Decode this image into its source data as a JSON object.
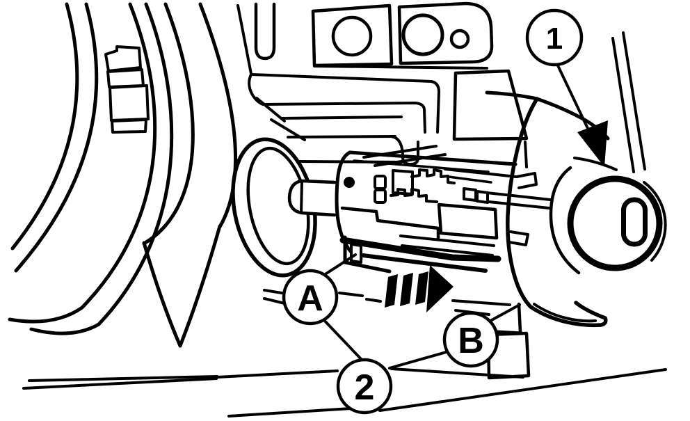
{
  "figure": {
    "kind": "service-manual-line-drawing",
    "subject": "Ignition lock cylinder removal from steering column housing",
    "background_color": "#ffffff",
    "line_color": "#000000"
  },
  "callouts": {
    "c1": {
      "label": "1"
    },
    "c2": {
      "label": "2"
    },
    "cA": {
      "label": "A"
    },
    "cB": {
      "label": "B"
    }
  },
  "icons": {
    "pointer_arrow": "filled-triangle-pointer-icon",
    "motion_arrow": "right-direction-motion-arrow-icon"
  }
}
